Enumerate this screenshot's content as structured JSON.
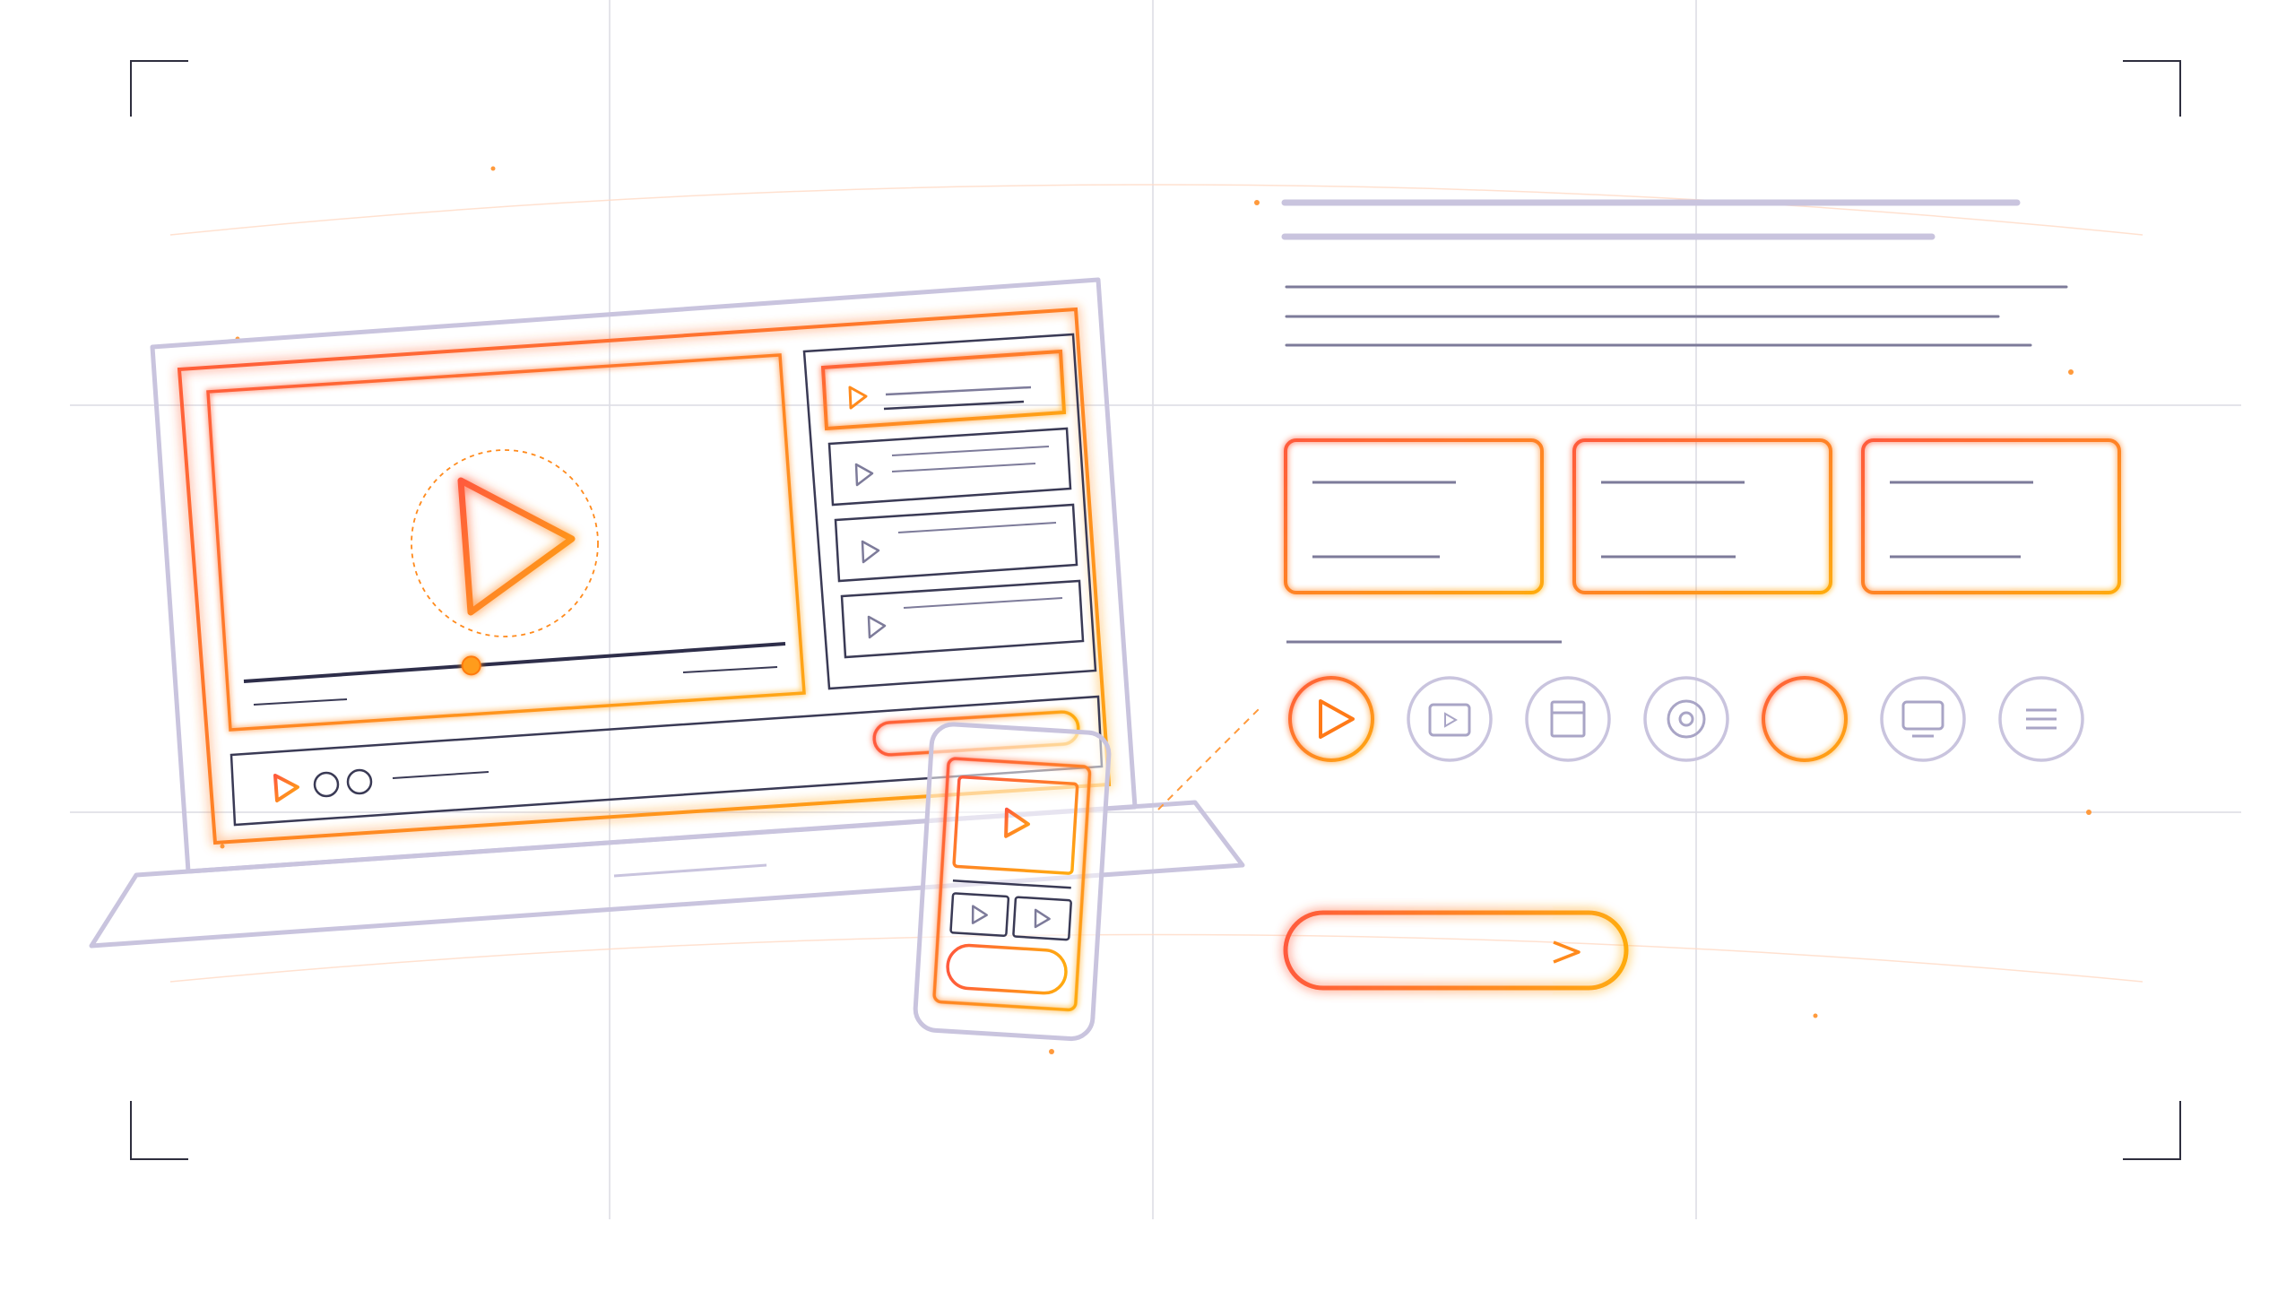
{
  "colors": {
    "background": "#ffffff",
    "grid": "#dcdce4",
    "lavender": "#c9c4de",
    "ink": "#3a3a55",
    "slate": "#7d7b9a",
    "glow_start": "#ff5a3c",
    "glow_end": "#ffab10",
    "orange": "#ff8a1c"
  },
  "player": {
    "progress": 0.42
  },
  "playlist": {
    "items": 4,
    "active_index": 0
  },
  "tiles": {
    "count": 3
  },
  "icon_row": [
    {
      "icon": "play-icon",
      "highlighted": true
    },
    {
      "icon": "video-thumbnail-icon",
      "highlighted": false
    },
    {
      "icon": "layout-icon",
      "highlighted": false
    },
    {
      "icon": "disc-icon",
      "highlighted": false
    },
    {
      "icon": "record-icon",
      "highlighted": true
    },
    {
      "icon": "monitor-icon",
      "highlighted": false
    },
    {
      "icon": "menu-icon",
      "highlighted": false
    }
  ],
  "cta": {
    "icon": "chevron-right-icon"
  }
}
